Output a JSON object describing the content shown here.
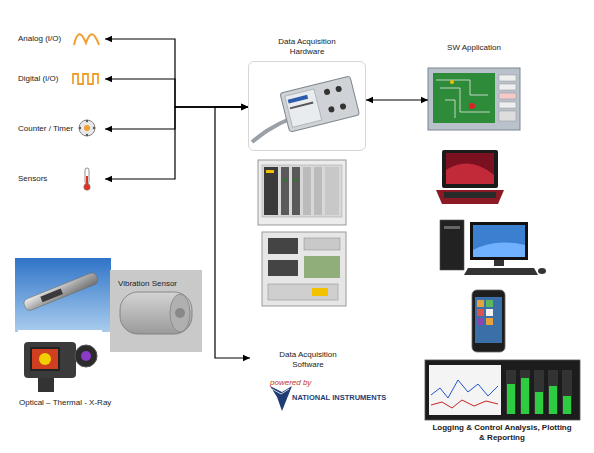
{
  "diagram": {
    "nodes": [
      {
        "text": [
          "Analog (I/O)"
        ]
      },
      {
        "text": [
          "Digital (I/O)"
        ]
      },
      {
        "text": [
          "Counter / Timer"
        ]
      },
      {
        "text": [
          "Sensors"
        ]
      },
      {
        "text": [
          "Data Acquisition Hardware"
        ]
      },
      {
        "text": [
          "Data Acquisition Software",
          "powered by",
          "NATIONAL INSTRUMENTS"
        ]
      },
      {
        "text": [
          "SW Application"
        ]
      }
    ],
    "edges": [
      {
        "from": 0,
        "to": 4,
        "arrow": "both"
      },
      {
        "from": 1,
        "to": 4,
        "arrow": "both"
      },
      {
        "from": 2,
        "to": 4,
        "arrow": "both"
      },
      {
        "from": 3,
        "to": 4,
        "arrow": "both"
      },
      {
        "from": 4,
        "to": 5,
        "arrow": "both"
      },
      {
        "from": 4,
        "to": 6,
        "arrow": "both"
      }
    ],
    "labels": [
      "Vibration Sensor",
      "Optical – Thermal - X-Ray",
      "Logging & Control Analysis, Plotting & Reporting"
    ]
  }
}
